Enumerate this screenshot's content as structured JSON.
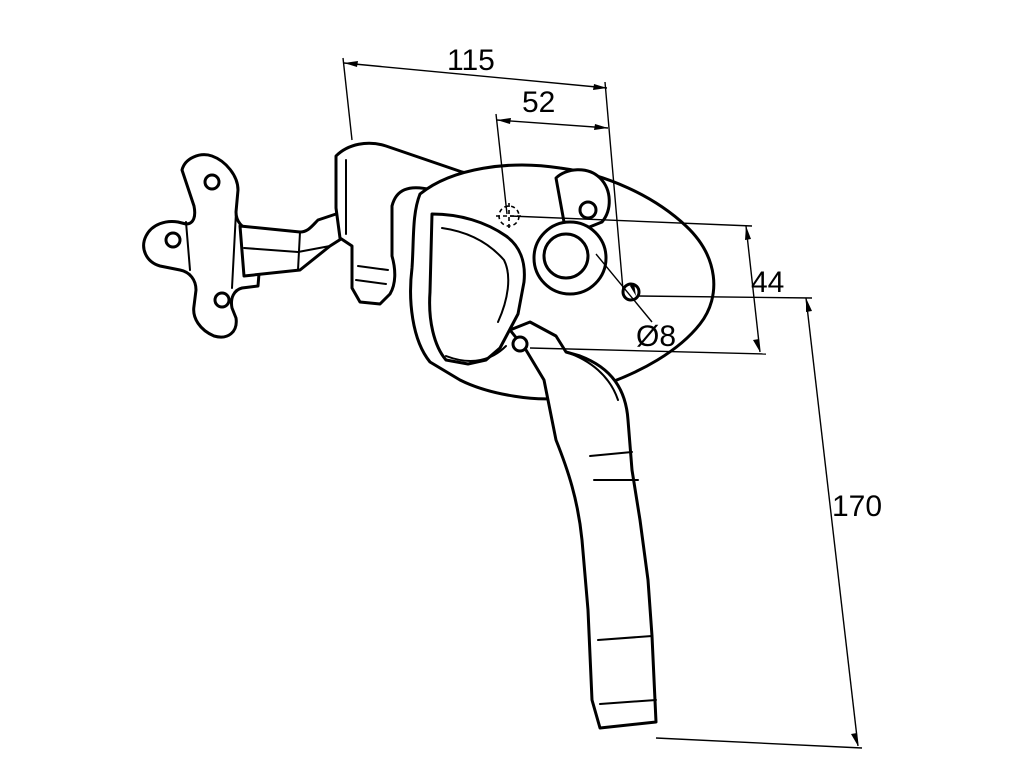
{
  "dimensions": {
    "overall_width": "115",
    "pivot_offset": "52",
    "hole_spacing": "44",
    "hole_diameter": "Ø8",
    "handle_length": "170"
  }
}
